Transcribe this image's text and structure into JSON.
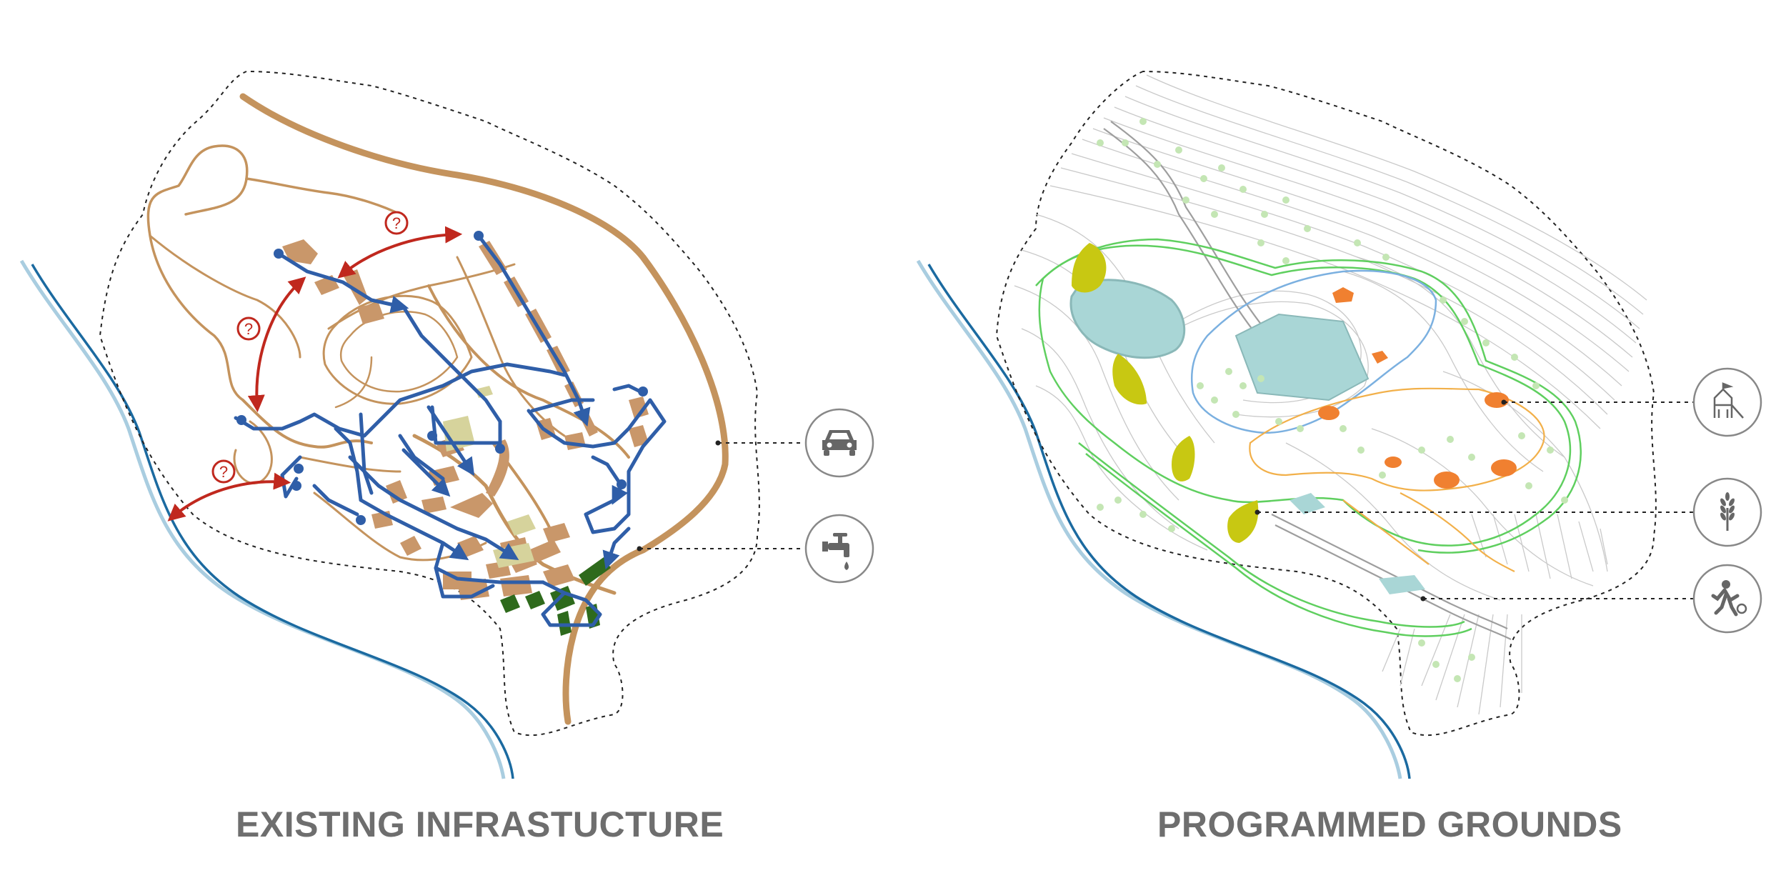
{
  "panels": [
    {
      "id": "existing",
      "title": "EXISTING INFRASTUCTURE",
      "annotations": [
        {
          "icon": "question-mark-icon",
          "label": "?"
        },
        {
          "icon": "question-mark-icon",
          "label": "?"
        },
        {
          "icon": "question-mark-icon",
          "label": "?"
        }
      ],
      "legend_icons": [
        "car-icon",
        "water-tap-icon"
      ]
    },
    {
      "id": "programmed",
      "title": "PROGRAMMED GROUNDS",
      "legend_icons": [
        "playground-icon",
        "wheat-icon",
        "sports-icon"
      ]
    }
  ],
  "colors": {
    "road": "#c4935d",
    "building": "#c9976a",
    "water_network": "#2f5ea8",
    "question_arrows": "#c0281e",
    "river_dark": "#1b6aa0",
    "river_light": "#a9cde0",
    "boundary": "#222222",
    "green_belt": "#5fcf5f",
    "crop_fields": "#c8c812",
    "pools": "#a9d6d6",
    "program_huts": "#f08030",
    "trees": "#c4e6b4",
    "title_text": "#6e6e6e",
    "icon_circle": "#888888"
  }
}
